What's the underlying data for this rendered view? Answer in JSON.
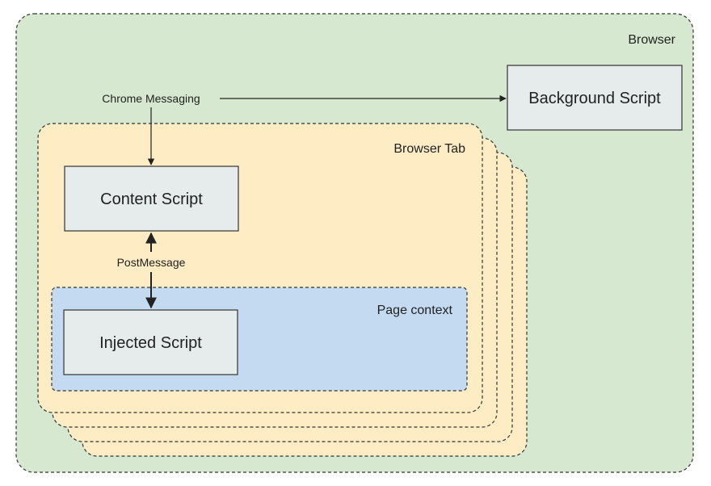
{
  "colors": {
    "browser_fill": "#d6e8cf",
    "tab_fill": "#fdecc4",
    "page_context_fill": "#c4daf0",
    "script_box_fill": "#e6ebec",
    "stroke": "#333333"
  },
  "browser": {
    "label": "Browser"
  },
  "background_script": {
    "label": "Background Script"
  },
  "chrome_messaging": {
    "label": "Chrome Messaging"
  },
  "browser_tab": {
    "label": "Browser Tab"
  },
  "content_script": {
    "label": "Content Script"
  },
  "post_message": {
    "label": "PostMessage"
  },
  "page_context": {
    "label": "Page context"
  },
  "injected_script": {
    "label": "Injected Script"
  }
}
